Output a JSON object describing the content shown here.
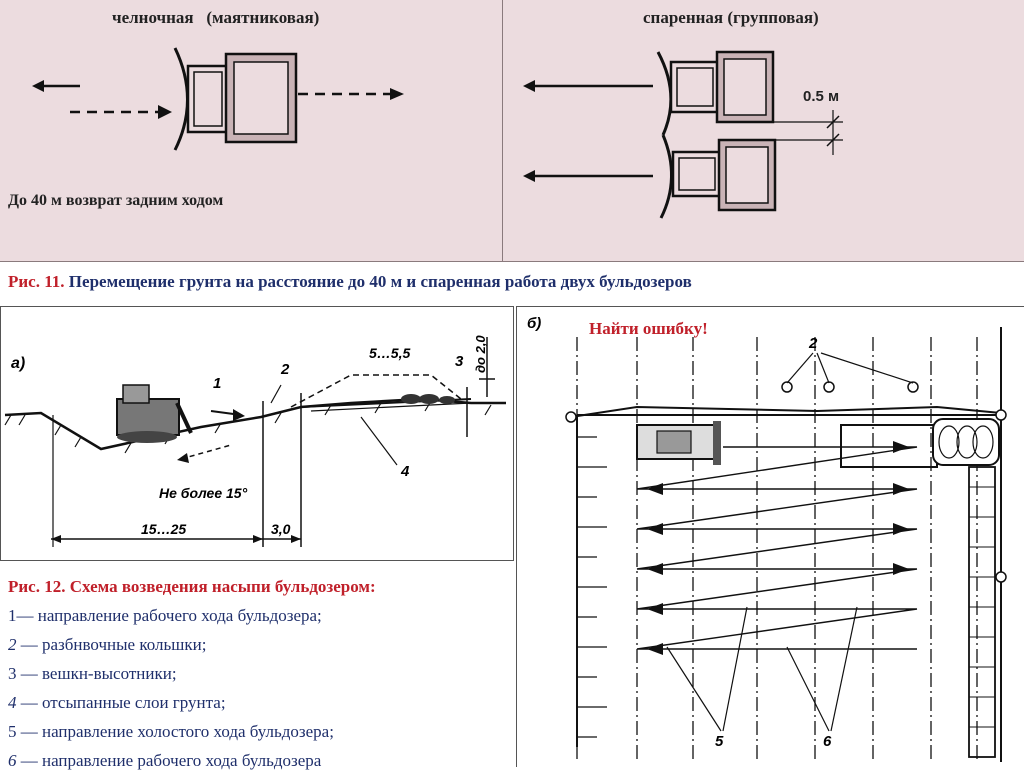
{
  "top_left": {
    "title": "челночная   (маятниковая)",
    "note": "До 40 м возврат задним ходом"
  },
  "top_right": {
    "title": "спаренная (групповая)",
    "gap_label": "0.5 м"
  },
  "fig11": {
    "label": "Рис. 11.",
    "text": " Перемещение грунта на расстояние до 40 м и спаренная работа двух бульдозеров"
  },
  "diagram_a": {
    "letter": "а)",
    "dim_top": "5…5,5",
    "label_1": "1",
    "label_2": "2",
    "label_3": "3",
    "label_4": "4",
    "height_label": "до 2,0",
    "slope_label": "Не более 15°",
    "dim_1": "15…25",
    "dim_2": "3,0"
  },
  "fig12": {
    "caption": "Рис. 12. Схема возведения насыпи бульдозером:",
    "items": [
      {
        "num": "1",
        "text": "— направление рабочего хода бульдозера;"
      },
      {
        "num": "2",
        "text": " — разбнвочные кольшки;"
      },
      {
        "num": "3",
        "text": " — вешкн-высотники;"
      },
      {
        "num": "4",
        "text": " — отсыпанные слои грунта;"
      },
      {
        "num": "5",
        "text": " — направление холостого хода бульдозера;"
      },
      {
        "num": "6",
        "text": " — направление рабочего хода бульдозера"
      }
    ]
  },
  "diagram_b": {
    "letter": "б)",
    "find_error": "Найти ошибку!",
    "label_2": "2",
    "label_5": "5",
    "label_6": "6"
  },
  "colors": {
    "panel_pink": "#ecdcdf",
    "caption_red": "#c0202a",
    "caption_navy": "#1f2f6b",
    "dozer_fill": "#c9b3b6"
  }
}
